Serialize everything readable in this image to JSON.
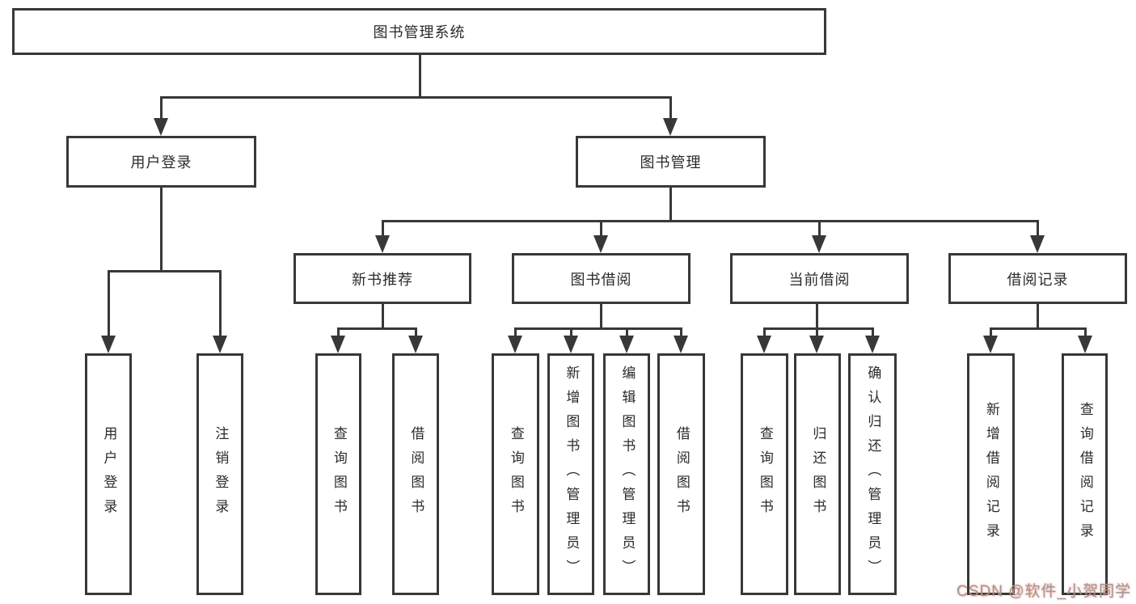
{
  "title": "图书管理系统",
  "colors": {
    "line": "#383838",
    "text": "#2b2b2b",
    "watermark_gray": "#9b9b9b",
    "watermark_accent": "#fc5531"
  },
  "nodes": {
    "root": "图书管理系统",
    "user_login": "用户登录",
    "book_management": "图书管理",
    "new_book_recommend": "新书推荐",
    "book_borrow": "图书借阅",
    "current_borrow": "当前借阅",
    "borrow_records": "借阅记录",
    "leaf_user_login": "用户登录",
    "leaf_logout": "注销登录",
    "leaf_query_book_recommend": "查询图书",
    "leaf_borrow_book_recommend": "借阅图书",
    "leaf_query_book_borrow": "查询图书",
    "leaf_add_book_admin": "新增图书（管理员）",
    "leaf_edit_book_admin": "编辑图书（管理员）",
    "leaf_borrow_book": "借阅图书",
    "leaf_query_book_current": "查询图书",
    "leaf_return_book": "归还图书",
    "leaf_confirm_return_admin": "确认归还（管理员）",
    "leaf_add_borrow_record": "新增借阅记录",
    "leaf_query_borrow_record": "查询借阅记录"
  },
  "watermark": "CSDN @软件_小贺同学"
}
